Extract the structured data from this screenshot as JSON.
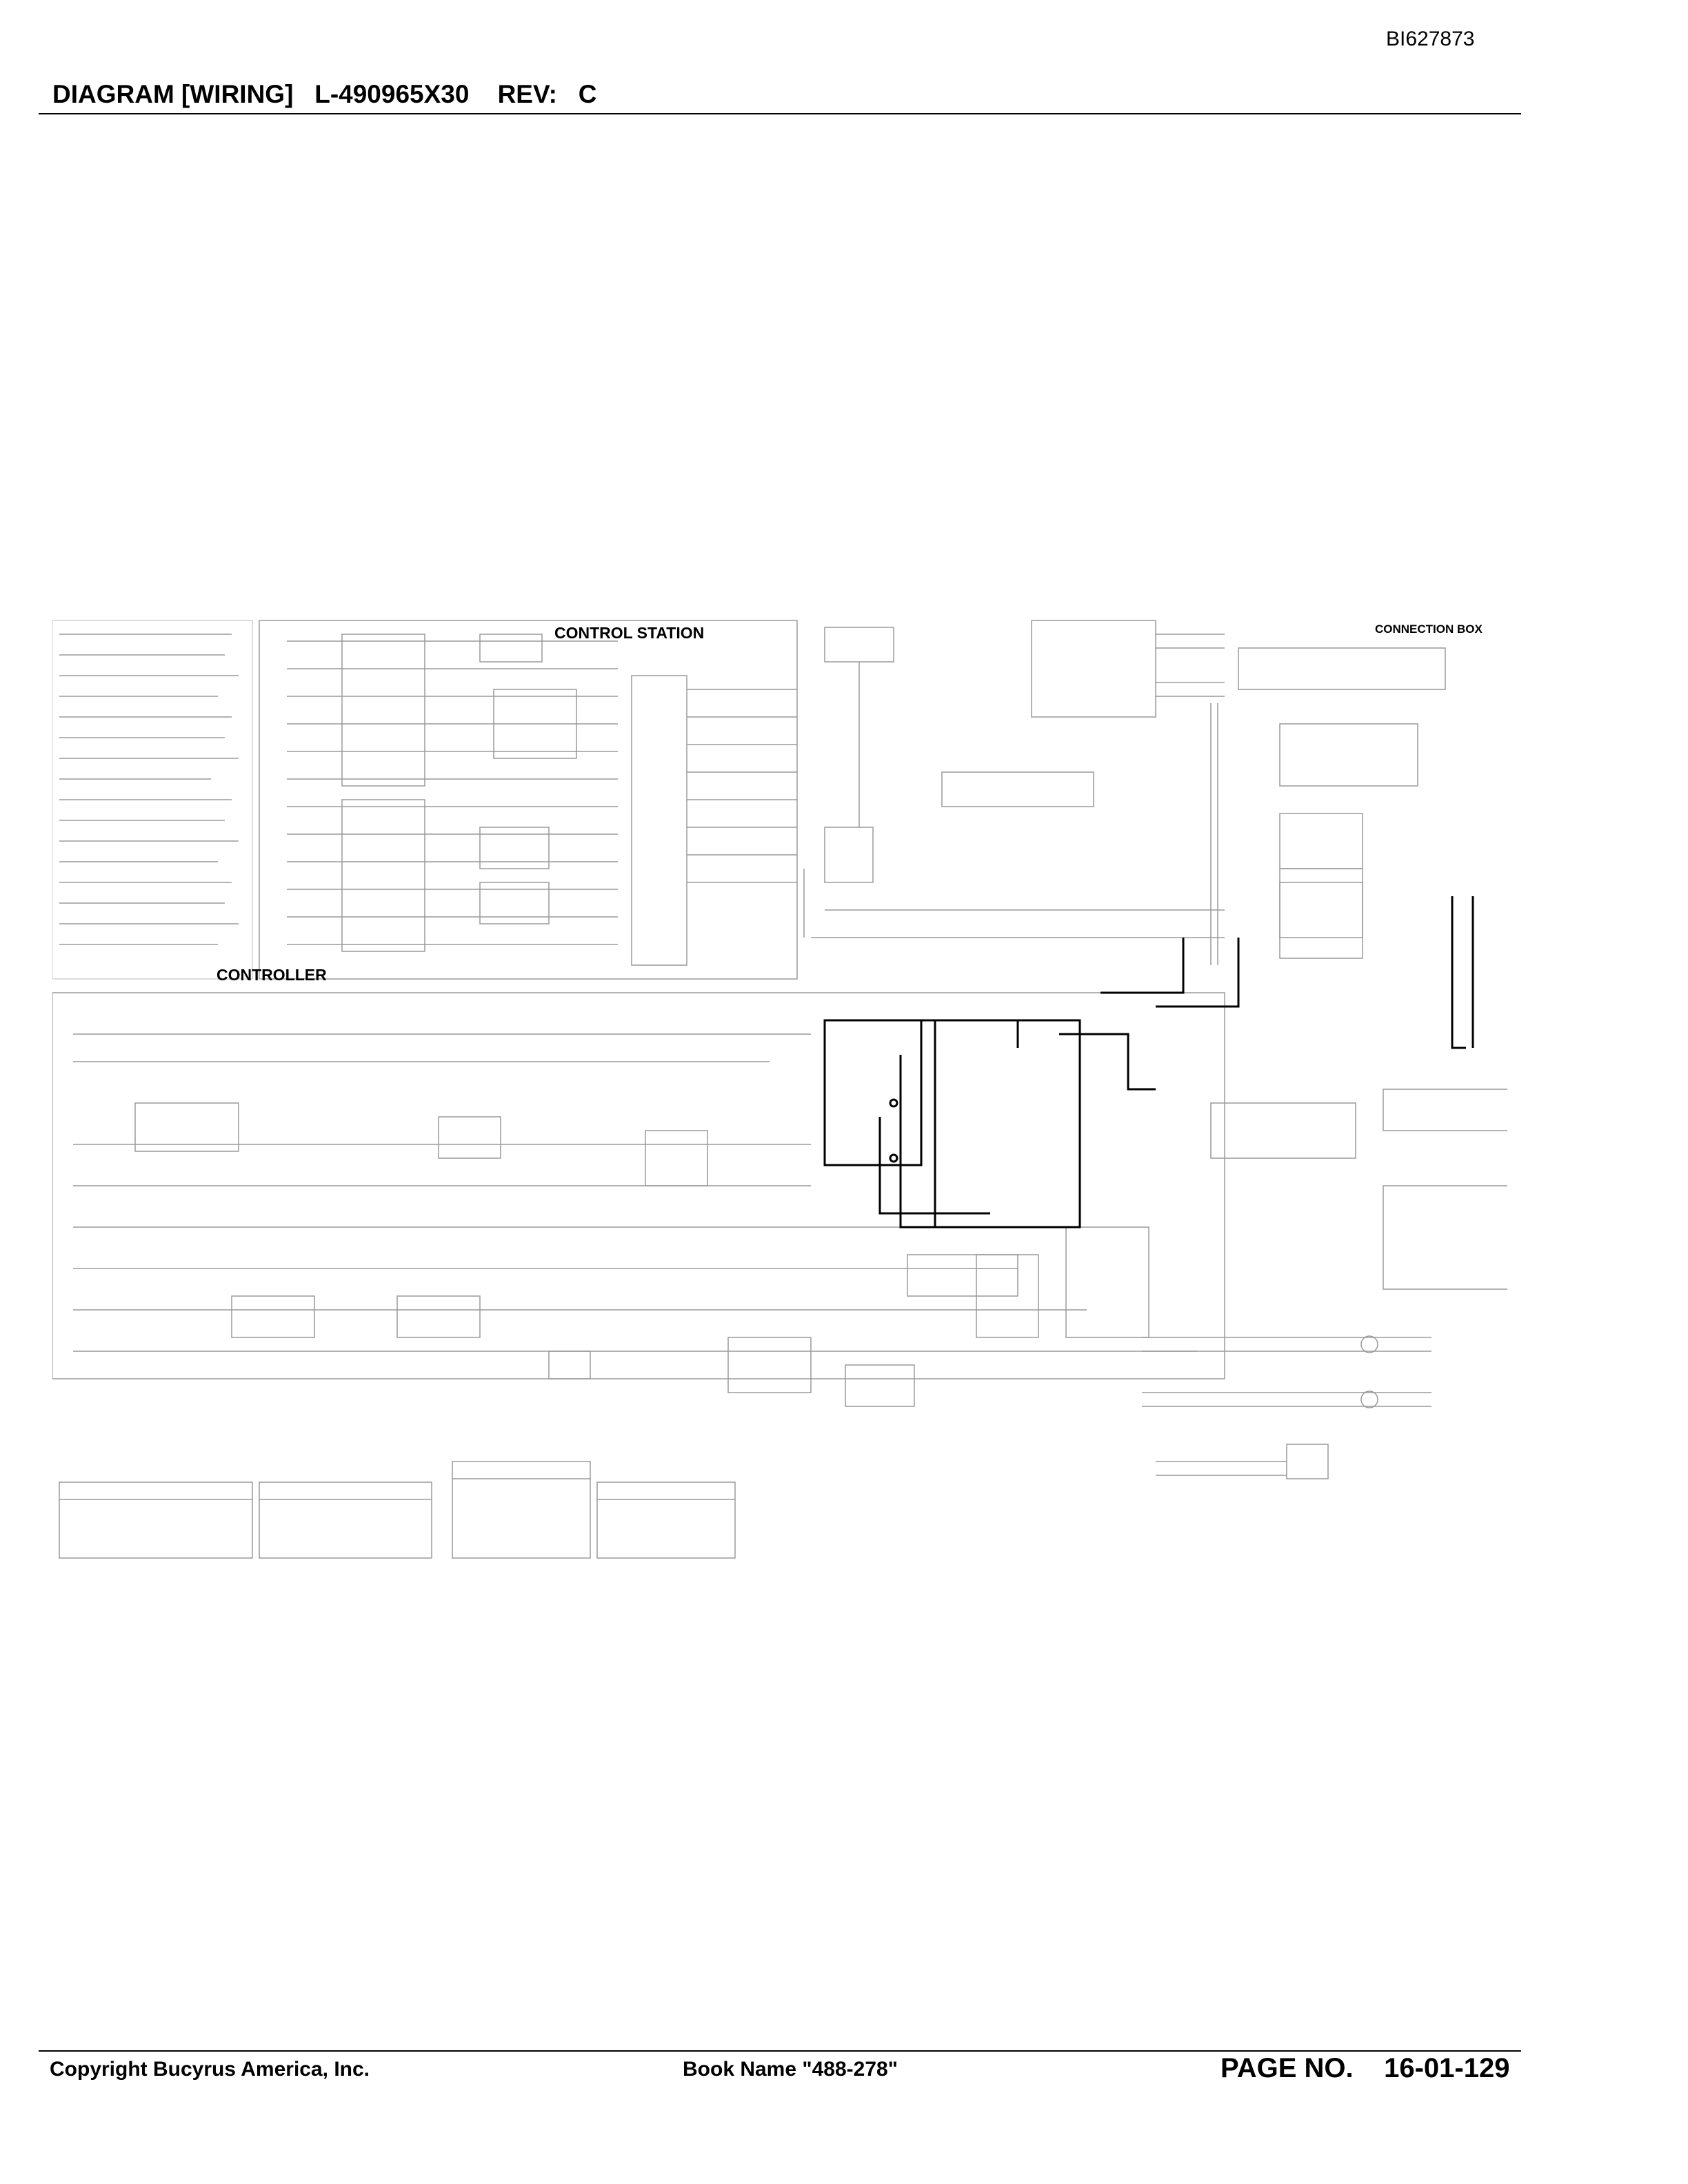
{
  "header": {
    "doc_id": "BI627873",
    "title": "DIAGRAM [WIRING]   L-490965X30    REV:   C"
  },
  "diagram": {
    "sections": {
      "control_station": "CONTROL  STATION",
      "connection_box": "CONNECTION  BOX",
      "controller": "CONTROLLER"
    }
  },
  "footer": {
    "copyright": "Copyright Bucyrus America, Inc.",
    "book_name": "Book Name \"488-278\"",
    "page_no": "PAGE NO.    16-01-129"
  },
  "colors": {
    "ink": "#000000",
    "faint_ink": "#9a9a9a",
    "paper": "#ffffff"
  }
}
